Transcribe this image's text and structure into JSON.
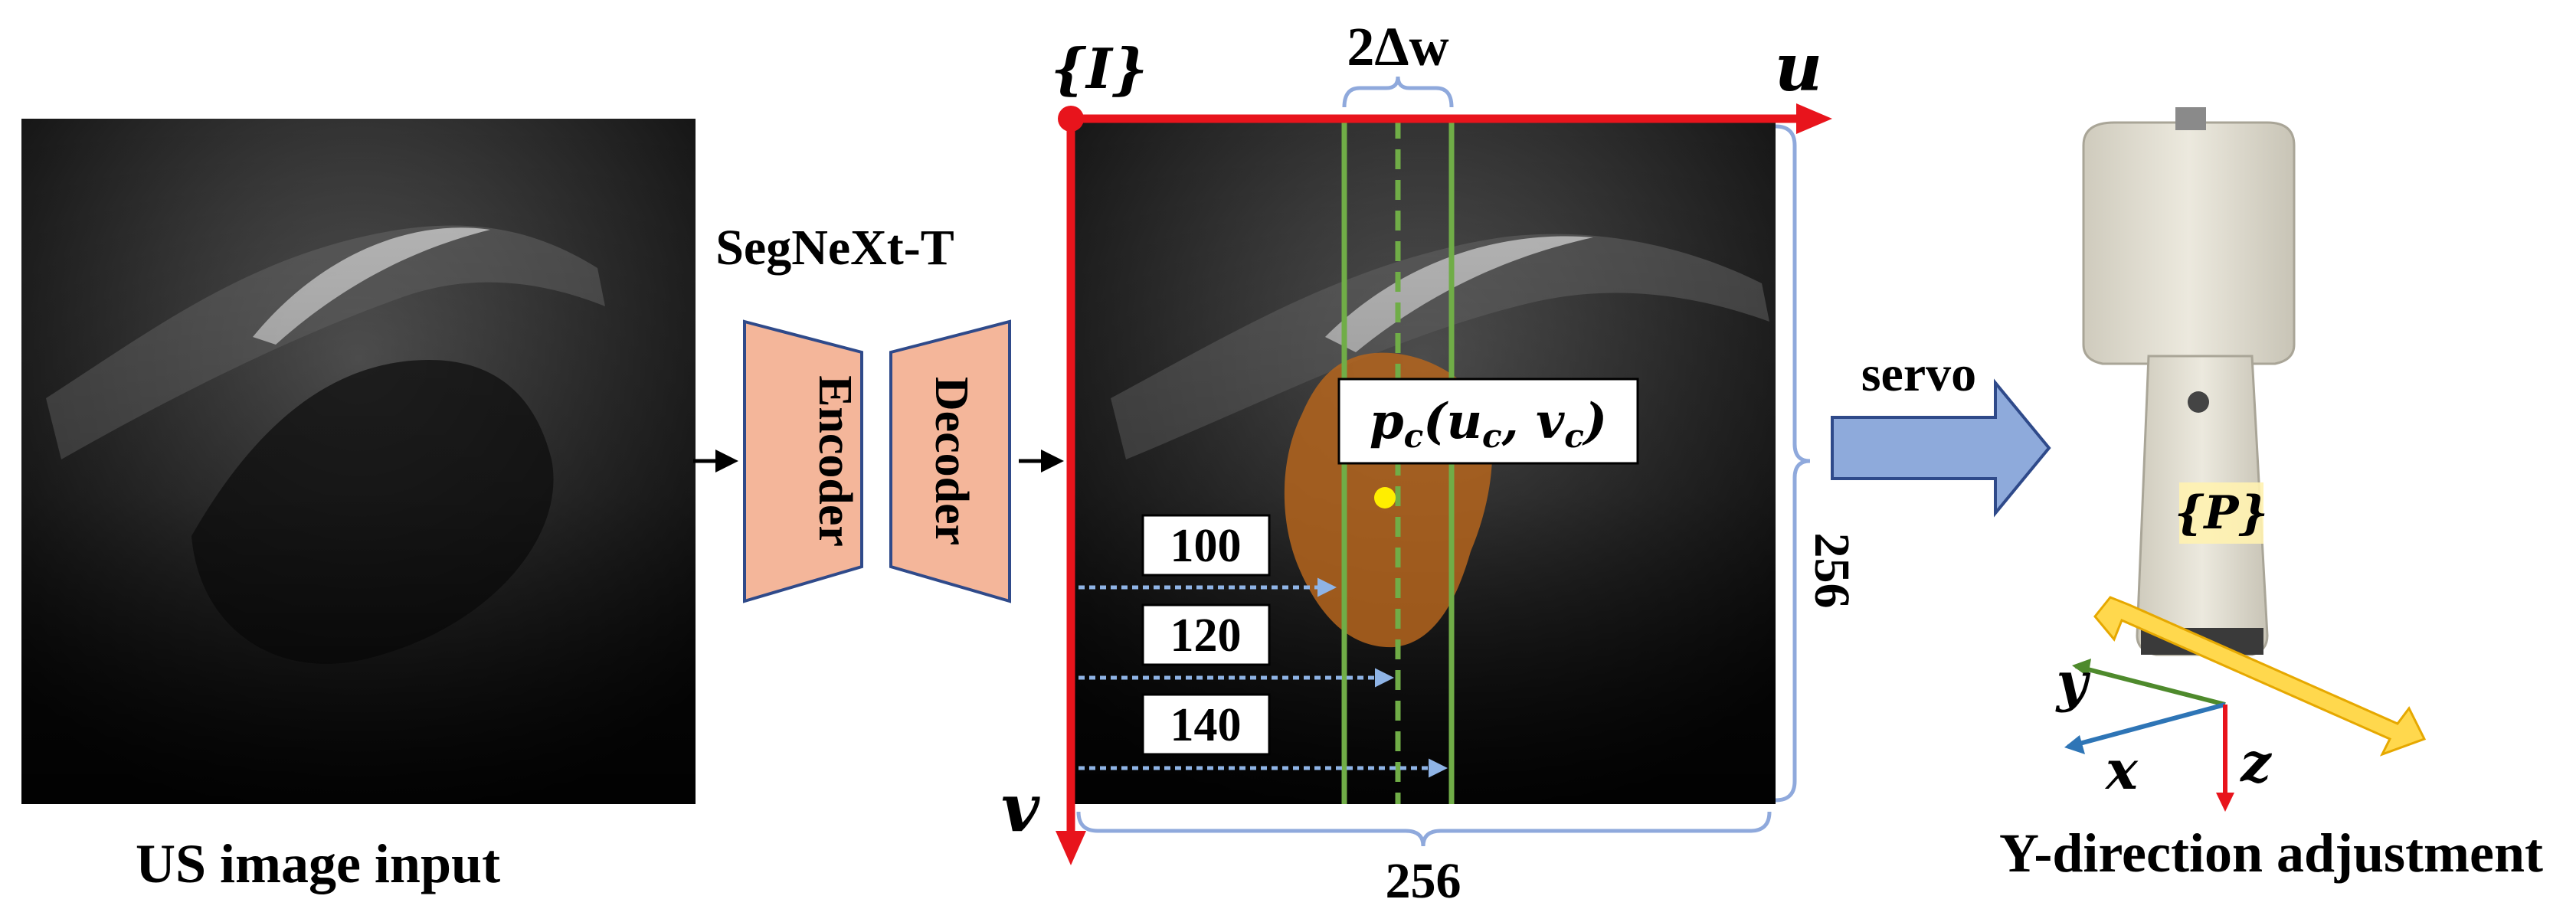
{
  "left_panel": {
    "caption": "US image input"
  },
  "network": {
    "name": "SegNeXt-T",
    "encoder_label": "Encoder",
    "decoder_label": "Decoder"
  },
  "frame": {
    "origin_label": "{I}",
    "axis_u_label": "u",
    "axis_v_label": "v",
    "width_label": "256",
    "height_label": "256",
    "band_label": "2Δw",
    "centroid_label_main": "p",
    "centroid_label_sub": "c",
    "centroid_label_args": "(u",
    "centroid_label_args2": ", v",
    "centroid_label_close": ")",
    "distances": [
      "100",
      "120",
      "140"
    ]
  },
  "servo": {
    "label": "servo"
  },
  "right_panel": {
    "probe_frame_label": "{P}",
    "axis_x": "x",
    "axis_y": "y",
    "axis_z": "z",
    "caption": "Y-direction adjustment"
  },
  "colors": {
    "axis_red": "#e8141c",
    "guide_green": "#70ad47",
    "bracket_blue": "#8fa9dc",
    "arrow_blue": "#8eaadb",
    "block_fill": "#f4b69a",
    "block_stroke": "#2f4a8a",
    "roi_orange": "#b5651d",
    "centroid_yellow": "#ffee00",
    "yellow_arrow": "#ffd84d"
  }
}
